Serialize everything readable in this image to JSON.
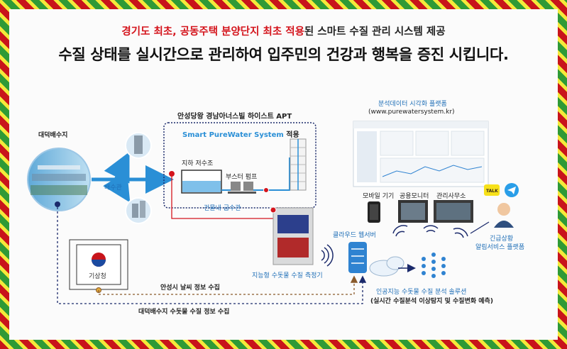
{
  "headline": {
    "highlight": "경기도 최초, 공동주택 분양단지 최초 적용",
    "rest": "된 스마트 수질 관리 시스템 제공",
    "main": "수질 상태를 실시간으로 관리하여 입주민의 건강과 행복을 증진 시킵니다."
  },
  "nodes": {
    "reservoir": "대덕배수지",
    "pipe": "배수관",
    "apt_title": "안성당왕 경남아너스빌 하이스트 APT",
    "system_name": "Smart PureWater System",
    "system_applied": "적용",
    "underground_tank": "지하 저수조",
    "booster_pump": "부스터 펌프",
    "building_pipe": "건물내 급수관",
    "meter": "지능형 수돗물 수질 측정기",
    "cloud": "클라우드 웹서버",
    "platform_title": "분석데이터 시각화 플랫폼",
    "platform_url": "(www.purewatersystem.kr)",
    "device_mobile": "모바일 기기",
    "device_monitor": "공용모니터",
    "device_office": "관리사무소",
    "alert_line1": "긴급상황",
    "alert_line2": "알림서비스 플랫폼",
    "ai_line1": "인공지능 수돗물 수질 분석 솔루션",
    "ai_line2": "(실시간 수질분석 이상탐지 및 수질변화 예측)",
    "kma": "기상청",
    "weather_info": "안성시 날씨 정보 수집",
    "reservoir_info": "대덕배수지 수돗물 수질 정보 수집",
    "talk_badge": "TALK"
  },
  "colors": {
    "accent_red": "#d4141c",
    "pipe_blue": "#2a8fd6",
    "connector_navy": "#1b2a6b",
    "dash_brown": "#8a5a2b"
  }
}
